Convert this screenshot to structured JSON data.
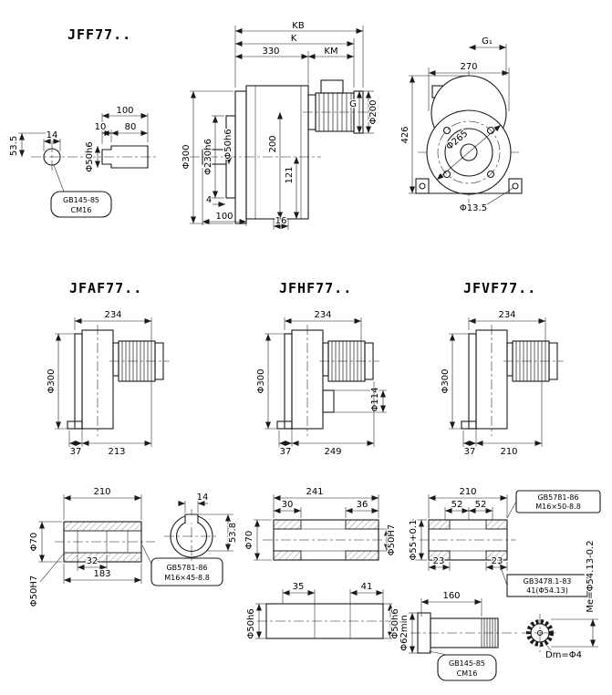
{
  "jff": {
    "title": "JFF77..",
    "detail": {
      "d14": "14",
      "d53_5": "53.5",
      "d100": "100",
      "d10": "10",
      "d80": "80",
      "dia50": "Φ50h6",
      "gb": "GB145-85",
      "cm": "CM16"
    },
    "side": {
      "kb": "KB",
      "k": "K",
      "d330": "330",
      "km": "KM",
      "dia300": "Φ300",
      "dia230": "Φ230h6",
      "dia50": "Φ50h6",
      "d200": "200",
      "d121": "121",
      "g": "G",
      "dia200": "Φ200",
      "d4": "4",
      "d100": "100",
      "d16": "16"
    },
    "front": {
      "g1": "G₁",
      "d270": "270",
      "d426": "426",
      "dia265": "Φ265",
      "dia13_5": "Φ13.5"
    }
  },
  "jfaf": {
    "title": "JFAF77..",
    "d234": "234",
    "dia300": "Φ300",
    "d37": "37",
    "d213": "213"
  },
  "jfhf": {
    "title": "JFHF77..",
    "d234": "234",
    "dia300": "Φ300",
    "dia114": "Φ114",
    "d37": "37",
    "d249": "249"
  },
  "jfvf": {
    "title": "JFVF77..",
    "d234": "234",
    "dia300": "Φ300",
    "d37": "37",
    "d210": "210"
  },
  "shaft_a": {
    "d210": "210",
    "dia70": "Φ70",
    "dia50h7": "Φ50H7",
    "d32": "32",
    "d183": "183",
    "d14": "14",
    "d53_8": "53.8",
    "gb": "GB5781-86",
    "spec": "M16×45-8.8"
  },
  "shaft_h": {
    "d241": "241",
    "d30": "30",
    "d36": "36",
    "dia50h7": "Φ50H7",
    "dia70": "Φ70",
    "d35": "35",
    "d41": "41",
    "dia50h6_l": "Φ50h6",
    "dia50h6_r": "Φ50h6"
  },
  "shaft_v": {
    "d210": "210",
    "d52a": "52",
    "d52b": "52",
    "dia55": "Φ55+0.1",
    "gb1": "GB5781-86",
    "spec1": "M16×50-8.8",
    "d23a": "23",
    "d23b": "23",
    "gb2": "GB3478.1-83",
    "spec2": "41(Φ54.13)",
    "d160": "160",
    "dia62": "Φ62min",
    "me": "Me=Φ54.13-0.2",
    "dm": "Dm=Φ4",
    "gb3": "GB145-85",
    "cm": "CM16"
  }
}
